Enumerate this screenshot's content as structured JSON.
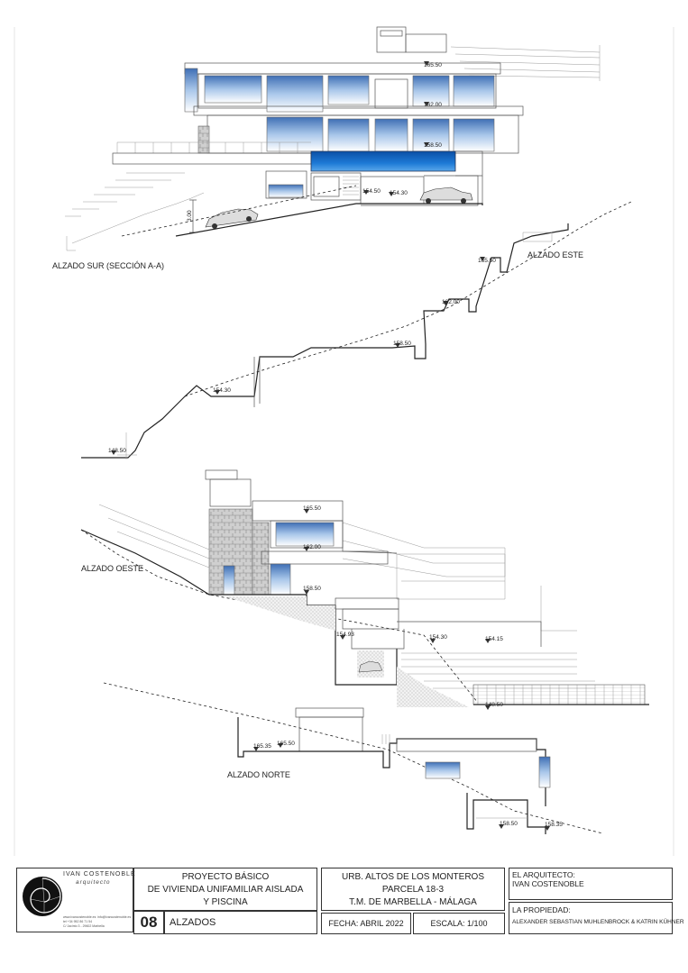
{
  "drawings": {
    "south": {
      "label": "ALZADO SUR (SECCIÓN A-A)",
      "levels": [
        "165.50",
        "162.00",
        "158.50",
        "154.50",
        "154.30"
      ],
      "dimension": "3.00"
    },
    "east": {
      "label": "ALZADO ESTE",
      "levels": [
        "165.50",
        "162.00",
        "158.50",
        "154.30",
        "148.50"
      ]
    },
    "west": {
      "label": "ALZADO OESTE",
      "levels": [
        "165.50",
        "162.00",
        "158.50",
        "154.93",
        "154.30",
        "154.15",
        "148.50"
      ]
    },
    "north": {
      "label": "ALZADO NORTE",
      "levels": [
        "165.35",
        "165.50",
        "158.50",
        "158.35"
      ]
    }
  },
  "title_block": {
    "architect_firm": "IVAN COSTENOBLE",
    "architect_firm_sub": "arquitecto",
    "contact_lines": [
      "www.ivancostenoble.es",
      "info@ivancostenoble.es",
      "tel +34 952 86 71 54",
      "C/ Jacinto 3 - 29602 Marbella"
    ],
    "project_title_lines": [
      "PROYECTO BÁSICO",
      "DE VIVIENDA UNIFAMILIAR AISLADA",
      "Y PISCINA"
    ],
    "sheet_number": "08",
    "sheet_title": "ALZADOS",
    "location_lines": [
      "URB. ALTOS DE LOS MONTEROS",
      "PARCELA 18-3",
      "T.M. DE MARBELLA - MÁLAGA"
    ],
    "date": "FECHA: ABRIL 2022",
    "scale": "ESCALA: 1/100",
    "architect_label": "EL ARQUITECTO:",
    "architect_name": "IVAN COSTENOBLE",
    "owner_label": "LA PROPIEDAD:",
    "owner_name": "ALEXANDER SEBASTIAN MUHLENBROCK & KATRIN KÜHNER"
  }
}
